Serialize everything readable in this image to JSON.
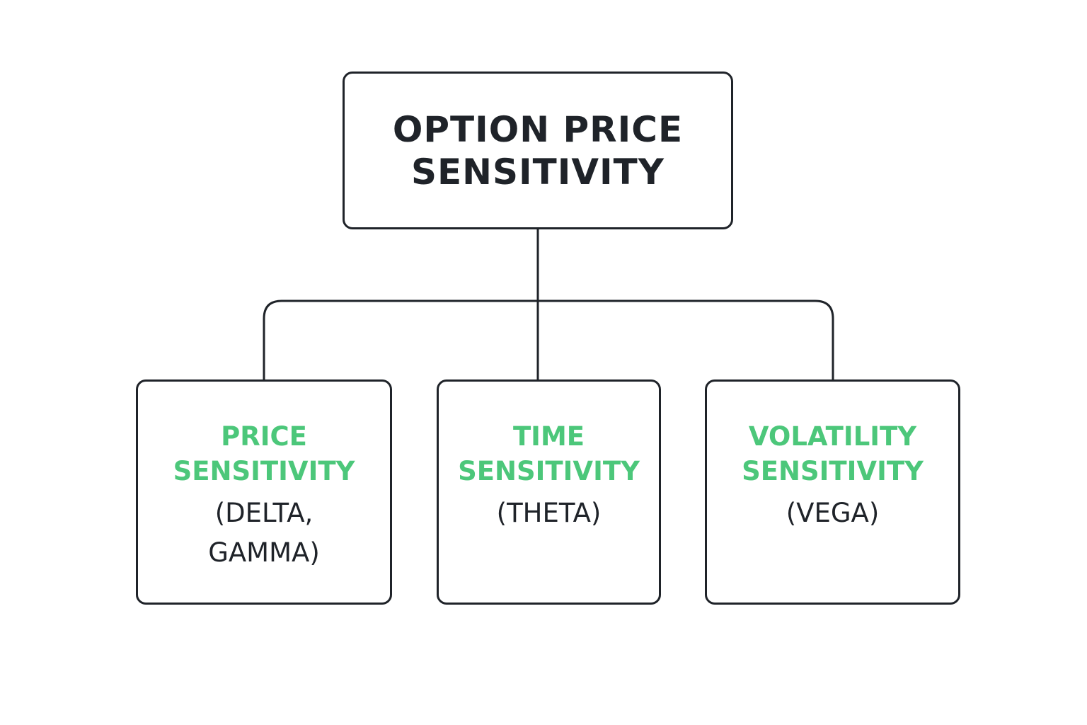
{
  "root": {
    "lines": [
      "OPTION PRICE",
      "SENSITIVITY"
    ]
  },
  "children": [
    {
      "title_lines": [
        "PRICE",
        "SENSITIVITY"
      ],
      "greeks_lines": [
        "(DELTA,",
        "GAMMA)"
      ]
    },
    {
      "title_lines": [
        "TIME",
        "SENSITIVITY"
      ],
      "greeks_lines": [
        "(THETA)"
      ]
    },
    {
      "title_lines": [
        "VOLATILITY",
        "SENSITIVITY"
      ],
      "greeks_lines": [
        "(VEGA)"
      ]
    }
  ],
  "colors": {
    "stroke": "#1f2329",
    "accent_green": "#4cc77a",
    "background": "#ffffff"
  }
}
